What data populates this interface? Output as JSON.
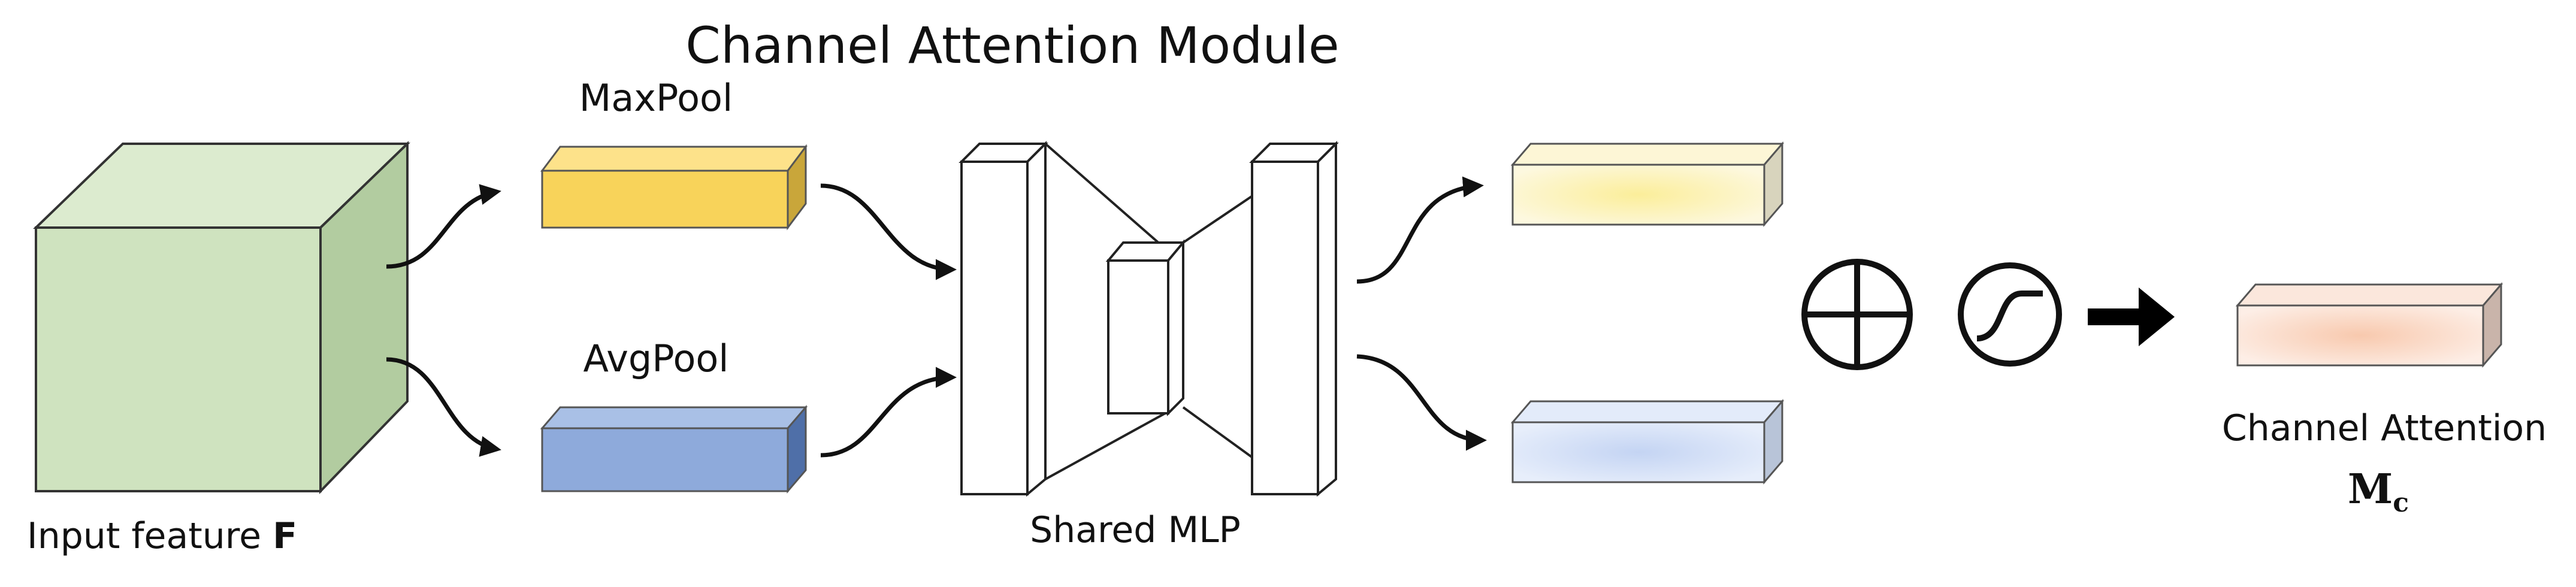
{
  "title": "Channel Attention Module",
  "labels": {
    "maxpool": "MaxPool",
    "avgpool": "AvgPool",
    "shared_mlp": "Shared MLP",
    "input_prefix": "Input feature ",
    "input_symbol": "F",
    "output_label": "Channel Attention",
    "output_symbol_main": "M",
    "output_symbol_sub": "c"
  },
  "colors": {
    "input_cube_front": "#cfe3bf",
    "input_cube_top": "#dcebcf",
    "input_cube_side": "#b2cca0",
    "maxpool_front": "#f8d35a",
    "maxpool_top": "#fde28a",
    "maxpool_side": "#c9a63a",
    "avgpool_front": "#8eaadb",
    "avgpool_top": "#a9c0e6",
    "avgpool_side": "#4f6fa8",
    "out_max_center": "#fbee9a",
    "out_max_edge": "#fdf8df",
    "out_avg_center": "#c4d4f3",
    "out_avg_edge": "#e7eefb",
    "out_final_center": "#f8c9ae",
    "out_final_edge": "#fdeee6",
    "stroke": "#222222"
  },
  "icons": {
    "sum": "circled-plus-icon",
    "sigmoid": "sigmoid-icon",
    "arrow": "thick-right-arrow-icon"
  }
}
